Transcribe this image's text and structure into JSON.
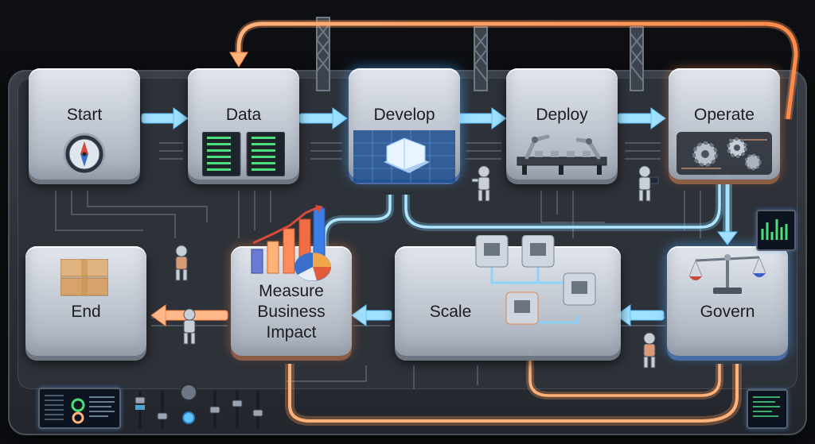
{
  "nodes": {
    "start": "Start",
    "data": "Data",
    "develop": "Develop",
    "deploy": "Deploy",
    "operate": "Operate",
    "end": "End",
    "measure": [
      "Measure",
      "Business",
      "Impact"
    ],
    "scale": "Scale",
    "govern": "Govern"
  },
  "colors": {
    "flow_blue": "#7fd3ff",
    "return_orange": "#ff9a55",
    "board": "#2d3138"
  },
  "icons": [
    "compass-icon",
    "server-rack-icon",
    "building-blueprint-icon",
    "robot-arm-icon",
    "gears-icon",
    "box-icon",
    "bar-chart-icon",
    "pie-chart-icon",
    "processor-chip-icon",
    "scale-of-justice-icon",
    "robot-icon",
    "control-slider-icon"
  ]
}
